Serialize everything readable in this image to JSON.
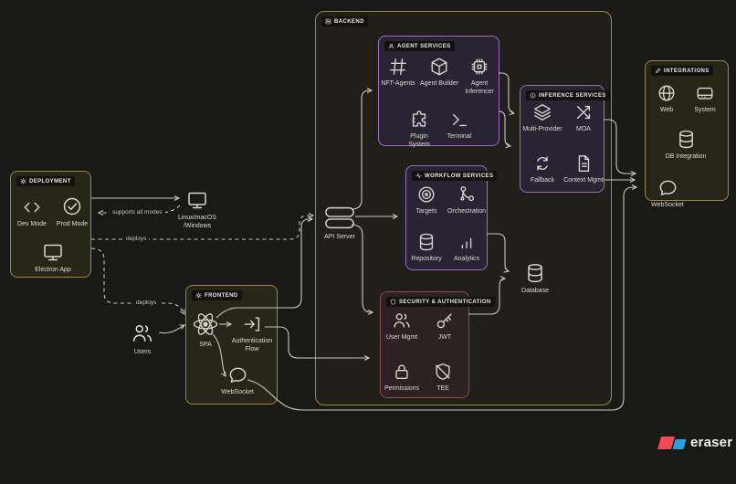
{
  "colors": {
    "bg": "#191916",
    "line": "#c9c6bc",
    "accent_gold": "#a08545",
    "accent_purple": "#9a6dc7",
    "accent_red": "#8f4e4e",
    "panel_gold_bg": "#282619",
    "panel_purple_bg": "#2a2333",
    "panel_red_bg": "#2d2121",
    "backend_bg": "#201f19",
    "logo_red": "#ef4b52",
    "logo_blue": "#2aa0dd"
  },
  "groups": {
    "deployment": {
      "label": "DEPLOYMENT"
    },
    "frontend": {
      "label": "FRONTEND"
    },
    "backend": {
      "label": "BACKEND"
    },
    "agent_services": {
      "label": "AGENT SERVICES"
    },
    "inference_services": {
      "label": "INFERENCE SERVICES"
    },
    "workflow_services": {
      "label": "WORKFLOW SERVICES"
    },
    "security": {
      "label": "SECURITY & AUTHENTICATION"
    },
    "integrations": {
      "label": "INTEGRATIONS"
    }
  },
  "nodes": {
    "dev_mode": {
      "label": "Dev Mode"
    },
    "prod_mode": {
      "label": "Prod Mode"
    },
    "electron_app": {
      "label": "Electron App"
    },
    "spa": {
      "label": "SPA"
    },
    "auth_flow": {
      "label": "Authentication Flow"
    },
    "ws_frontend": {
      "label": "WebSocket"
    },
    "api_server": {
      "label": "API Server"
    },
    "database": {
      "label": "Database"
    },
    "nft_agents": {
      "label": "NFT-Agents"
    },
    "agent_builder": {
      "label": "Agent Builder"
    },
    "agent_inferencer": {
      "label": "Agent Inferencer"
    },
    "plugin_system": {
      "label": "Plugin System"
    },
    "terminal": {
      "label": "Terminal"
    },
    "multi_provider": {
      "label": "Multi-Provider"
    },
    "moa": {
      "label": "MOA"
    },
    "fallback": {
      "label": "Fallback"
    },
    "context_mgmt": {
      "label": "Context Mgmt"
    },
    "targets": {
      "label": "Targets"
    },
    "orchestration": {
      "label": "Orchestration"
    },
    "repository": {
      "label": "Repository"
    },
    "analytics": {
      "label": "Analytics"
    },
    "user_mgmt": {
      "label": "User Mgmt"
    },
    "jwt": {
      "label": "JWT"
    },
    "permissions": {
      "label": "Permissions"
    },
    "tee": {
      "label": "TEE"
    },
    "web": {
      "label": "Web"
    },
    "system": {
      "label": "System"
    },
    "db_integration": {
      "label": "DB Integration"
    },
    "ws_integration": {
      "label": "WebSocket"
    },
    "os_target": {
      "line1": "Linux/macOS",
      "line2": "/Windows"
    },
    "users": {
      "label": "Users"
    }
  },
  "edges": {
    "supports_all_modes": {
      "label": "supports all modes"
    },
    "deploys_api": {
      "label": "deploys"
    },
    "deploys_frontend": {
      "label": "deploys"
    }
  },
  "logo": {
    "text": "eraser"
  }
}
